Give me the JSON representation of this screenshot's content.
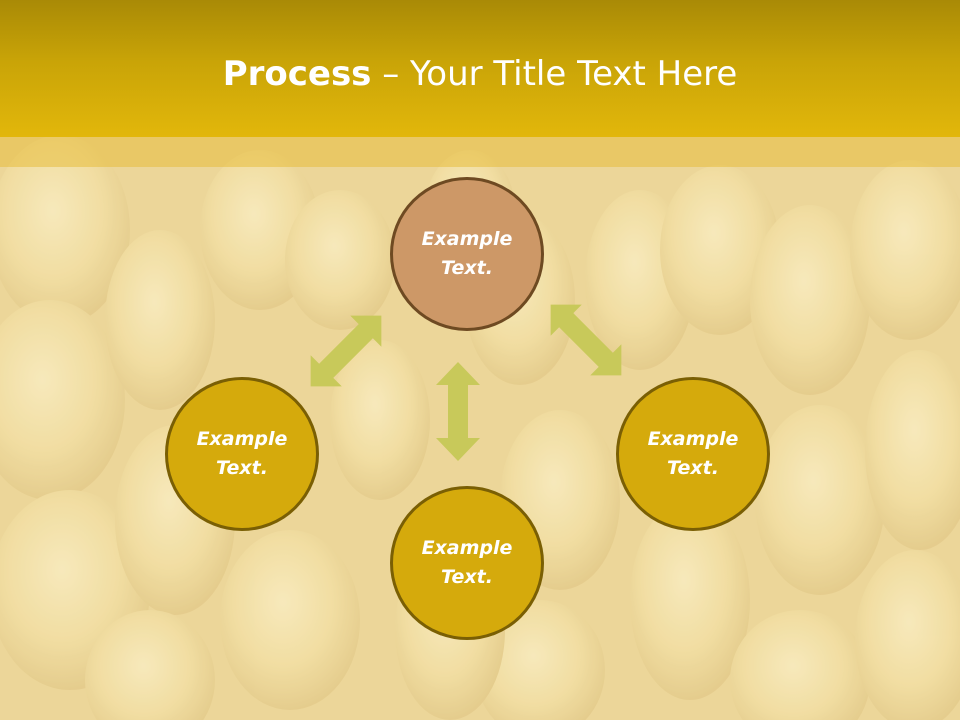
{
  "slide": {
    "title_bold": "Process",
    "title_rest": " – Your Title Text Here"
  },
  "diagram": {
    "nodes": [
      {
        "id": "top",
        "label_line1": "Example",
        "label_line2": "Text."
      },
      {
        "id": "left",
        "label_line1": "Example",
        "label_line2": "Text."
      },
      {
        "id": "right",
        "label_line1": "Example",
        "label_line2": "Text."
      },
      {
        "id": "bottom",
        "label_line1": "Example",
        "label_line2": "Text."
      }
    ]
  },
  "colors": {
    "header": "#c9a407",
    "top_node": "#cd9867",
    "gold_node": "#d5aa0c",
    "arrow": "#c8c95a"
  }
}
